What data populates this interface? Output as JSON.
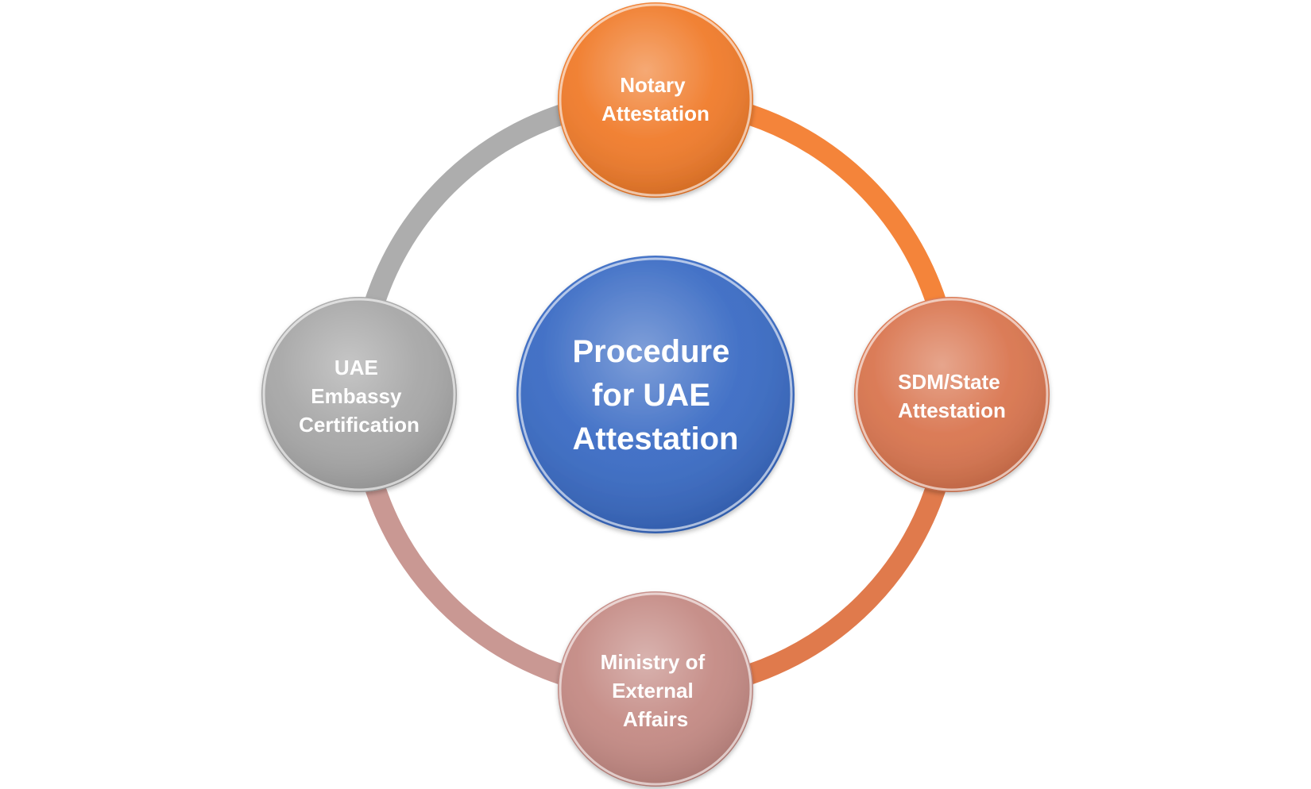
{
  "diagram": {
    "center": {
      "lines": [
        "Procedure",
        "for UAE",
        "Attestation"
      ],
      "color": "#3a6bc4"
    },
    "nodes": [
      {
        "lines": [
          "Notary",
          "Attestation"
        ],
        "color": "#f07b2a"
      },
      {
        "lines": [
          "SDM/State",
          "Attestation"
        ],
        "color": "#d9754f"
      },
      {
        "lines": [
          "Ministry of",
          "External",
          "Affairs"
        ],
        "color": "#c48a84"
      },
      {
        "lines": [
          "UAE",
          "Embassy",
          "Certification"
        ],
        "color": "#a7a7a7"
      }
    ],
    "arcs": [
      {
        "from": "Notary Attestation",
        "to": "SDM/State Attestation",
        "color": "#f4843a"
      },
      {
        "from": "SDM/State Attestation",
        "to": "Ministry of External Affairs",
        "color": "#e07a4c"
      },
      {
        "from": "Ministry of External Affairs",
        "to": "UAE Embassy Certification",
        "color": "#c99893"
      },
      {
        "from": "UAE Embassy Certification",
        "to": "Notary Attestation",
        "color": "#adadad"
      }
    ]
  }
}
